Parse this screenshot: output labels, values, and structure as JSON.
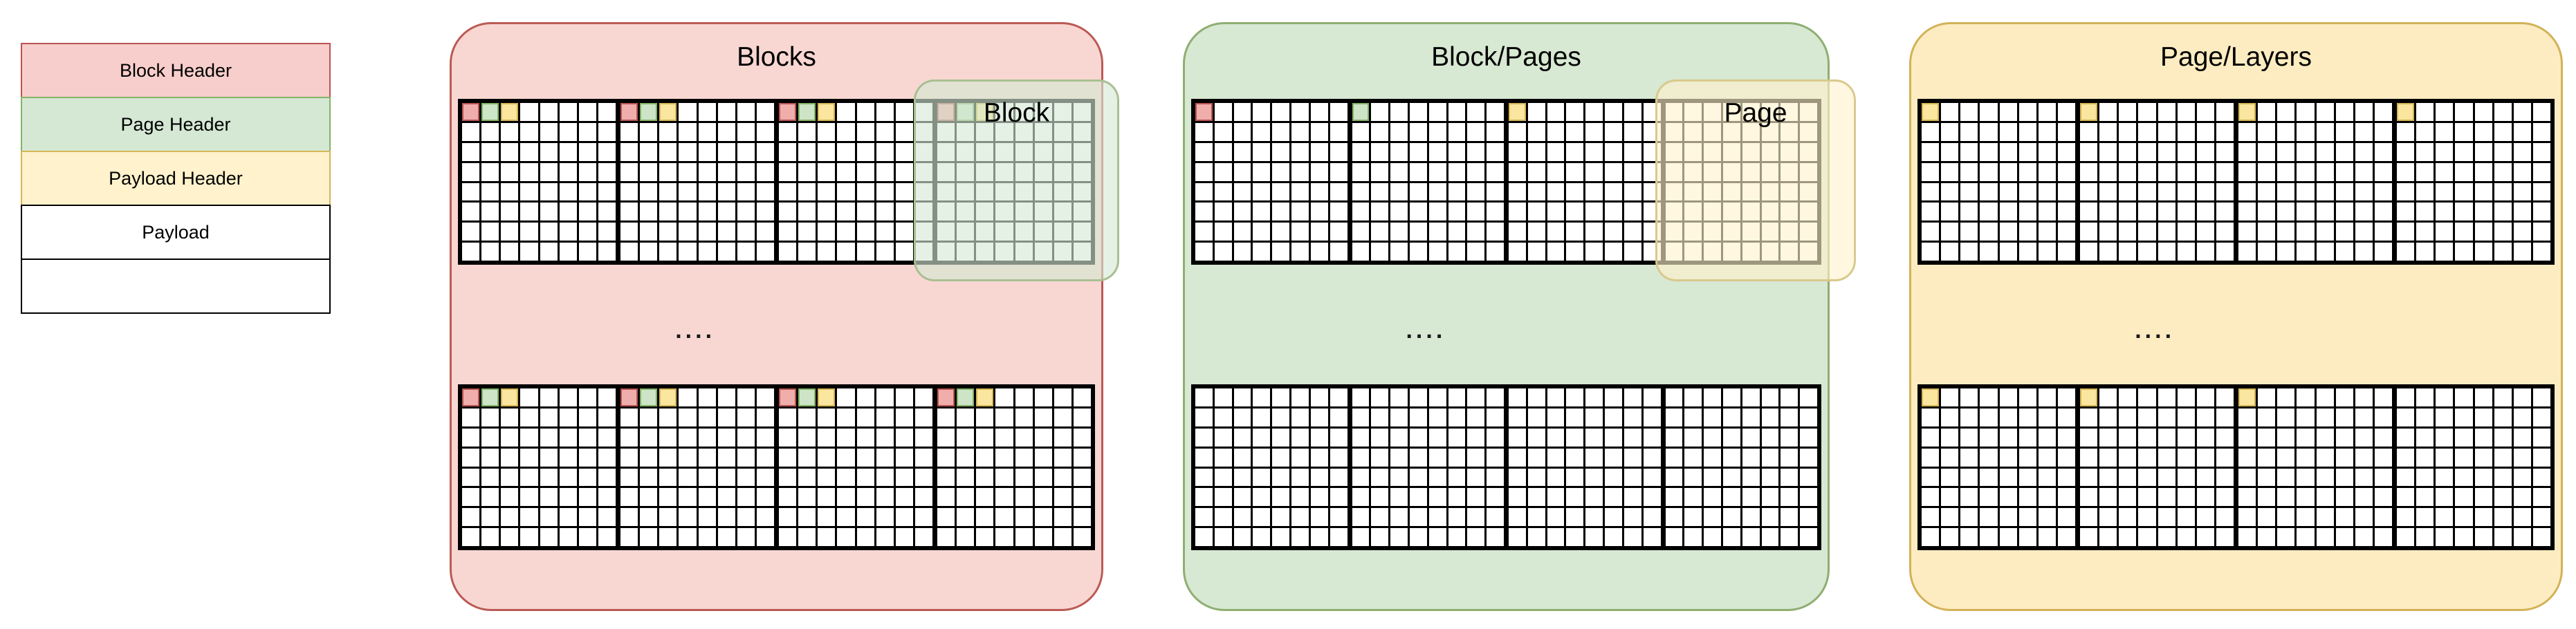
{
  "legend": {
    "rows": [
      {
        "label": "Block Header",
        "fill": "#f8cecc",
        "stroke": "#b85450"
      },
      {
        "label": "Page Header",
        "fill": "#d5e8d4",
        "stroke": "#82b366"
      },
      {
        "label": "Payload Header",
        "fill": "#fff2cc",
        "stroke": "#d6b656"
      },
      {
        "label": "Payload",
        "fill": "#ffffff",
        "stroke": "#000000"
      },
      {
        "label": "",
        "fill": "#ffffff",
        "stroke": "#000000"
      }
    ]
  },
  "cell_colors": {
    "red": {
      "fill": "#efaeab",
      "stroke": "#b85450"
    },
    "green": {
      "fill": "#cde4c7",
      "stroke": "#82b366"
    },
    "yellow": {
      "fill": "#fae69e",
      "stroke": "#d6b656"
    }
  },
  "grid": {
    "rows": 8,
    "cols": 8,
    "subgrids_per_strip": 4
  },
  "panels": [
    {
      "title": "Blocks",
      "fill": "#f8d7d3",
      "stroke": "#bb5a54",
      "dots": "....",
      "overlay": {
        "label": "Block",
        "fill": "rgba(213,232,212,0.62)",
        "stroke": "#a9bf92",
        "name": "block-highlight-overlay"
      },
      "strips": [
        {
          "subgrids": [
            [
              "red",
              "green",
              "yellow"
            ],
            [
              "red",
              "green",
              "yellow"
            ],
            [
              "red",
              "green",
              "yellow"
            ],
            [
              "red",
              "green",
              "yellow"
            ]
          ]
        },
        {
          "subgrids": [
            [
              "red",
              "green",
              "yellow"
            ],
            [
              "red",
              "green",
              "yellow"
            ],
            [
              "red",
              "green",
              "yellow"
            ],
            [
              "red",
              "green",
              "yellow"
            ]
          ]
        }
      ]
    },
    {
      "title": "Block/Pages",
      "fill": "#d7e8d3",
      "stroke": "#8fae71",
      "dots": "....",
      "overlay": {
        "label": "Page",
        "fill": "rgba(255,242,204,0.62)",
        "stroke": "#d9c98d",
        "name": "page-highlight-overlay"
      },
      "strips": [
        {
          "subgrids": [
            [
              "red"
            ],
            [
              "green"
            ],
            [
              "yellow"
            ],
            []
          ]
        },
        {
          "subgrids": [
            [],
            [],
            [],
            []
          ]
        }
      ]
    },
    {
      "title": "Page/Layers",
      "fill": "#fdecc1",
      "stroke": "#d2b258",
      "dots": "....",
      "overlay": null,
      "strips": [
        {
          "subgrids": [
            [
              "yellow"
            ],
            [
              "yellow"
            ],
            [
              "yellow"
            ],
            [
              "yellow"
            ]
          ]
        },
        {
          "subgrids": [
            [
              "yellow"
            ],
            [
              "yellow"
            ],
            [
              "yellow"
            ],
            []
          ]
        }
      ]
    }
  ]
}
